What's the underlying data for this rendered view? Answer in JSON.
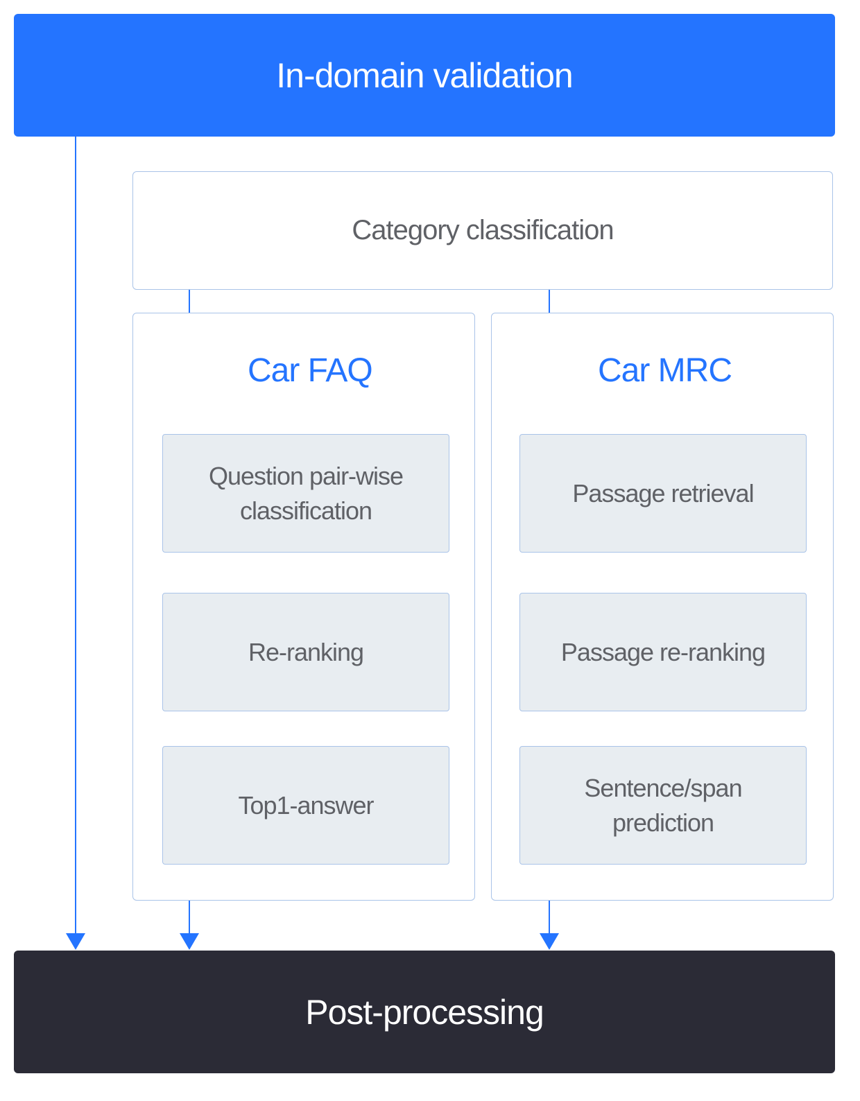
{
  "diagram": {
    "top_bar": {
      "label": "In-domain validation"
    },
    "category": {
      "label": "Category classification"
    },
    "faq_panel": {
      "title": "Car FAQ",
      "steps": [
        {
          "line1": "Question pair-wise",
          "line2": "classification"
        },
        {
          "line1": "Re-ranking",
          "line2": ""
        },
        {
          "line1": "Top1-answer",
          "line2": ""
        }
      ]
    },
    "mrc_panel": {
      "title": "Car MRC",
      "steps": [
        {
          "line1": "Passage retrieval",
          "line2": ""
        },
        {
          "line1": "Passage re-ranking",
          "line2": ""
        },
        {
          "line1": "Sentence/span",
          "line2": "prediction"
        }
      ]
    },
    "bottom_bar": {
      "label": "Post-processing"
    },
    "colors": {
      "accent": "#2474ff",
      "dark": "#2b2b36",
      "step_fill": "#e8edf1",
      "border": "#a9c3e8",
      "text_gray": "#5f6166"
    }
  }
}
